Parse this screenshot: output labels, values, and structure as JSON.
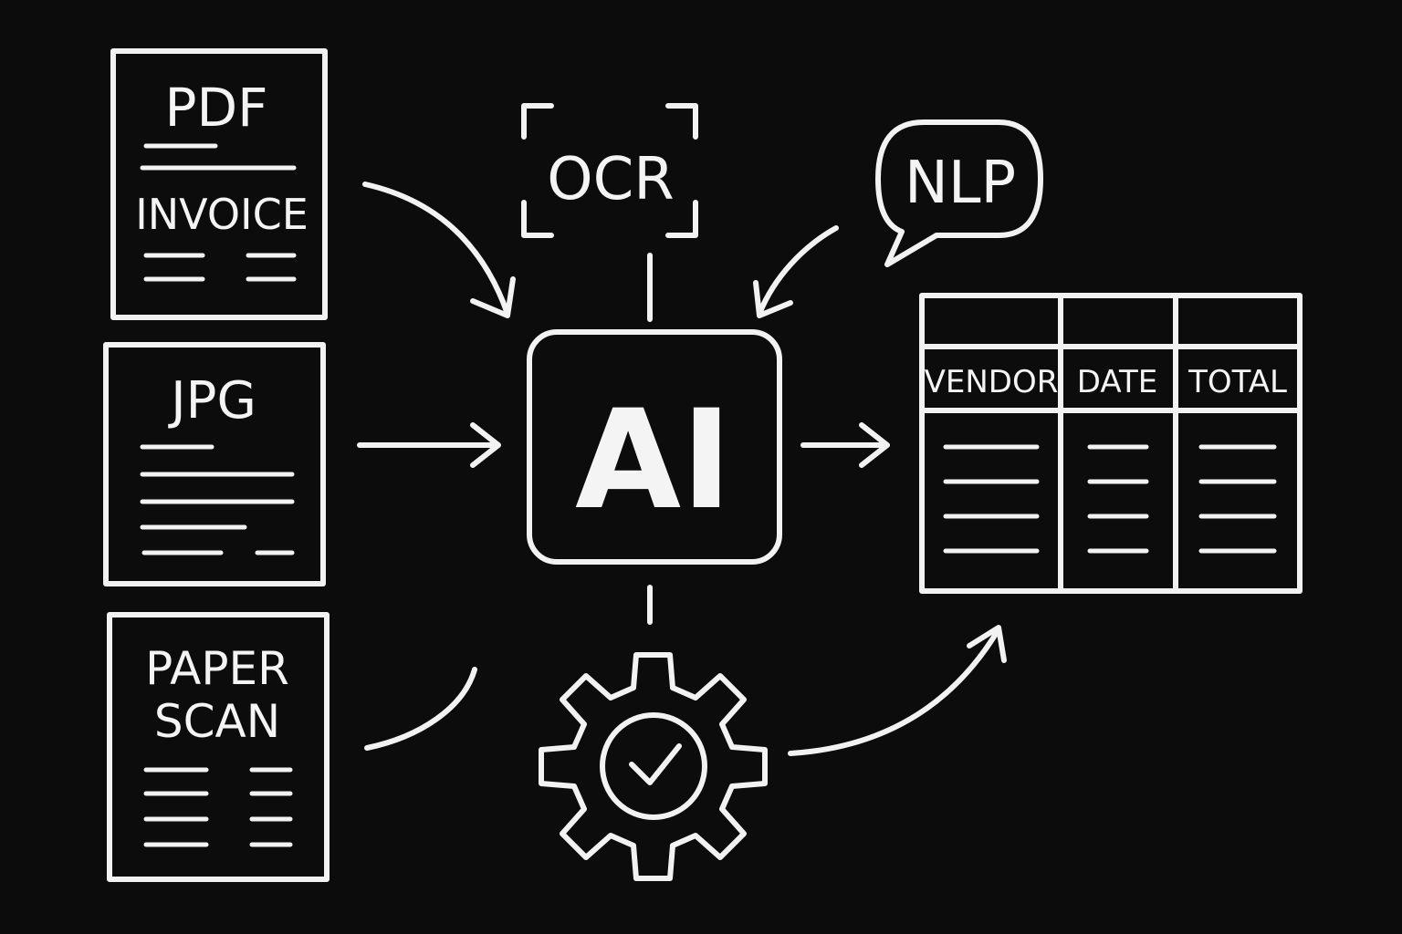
{
  "colors": {
    "background": "#0c0c0c",
    "chalk": "#f2f2f2"
  },
  "inputs": [
    {
      "id": "pdf",
      "lines": [
        "PDF",
        "INVOICE"
      ]
    },
    {
      "id": "jpg",
      "lines": [
        "JPG"
      ]
    },
    {
      "id": "paper-scan",
      "lines": [
        "PAPER",
        "SCAN"
      ]
    }
  ],
  "processors": {
    "ocr": "OCR",
    "nlp": "NLP",
    "ai": "AI",
    "validation_icon": "gear-check-icon"
  },
  "output_table": {
    "columns": [
      "VENDOR",
      "DATE",
      "TOTAL"
    ],
    "row_count": 4
  }
}
